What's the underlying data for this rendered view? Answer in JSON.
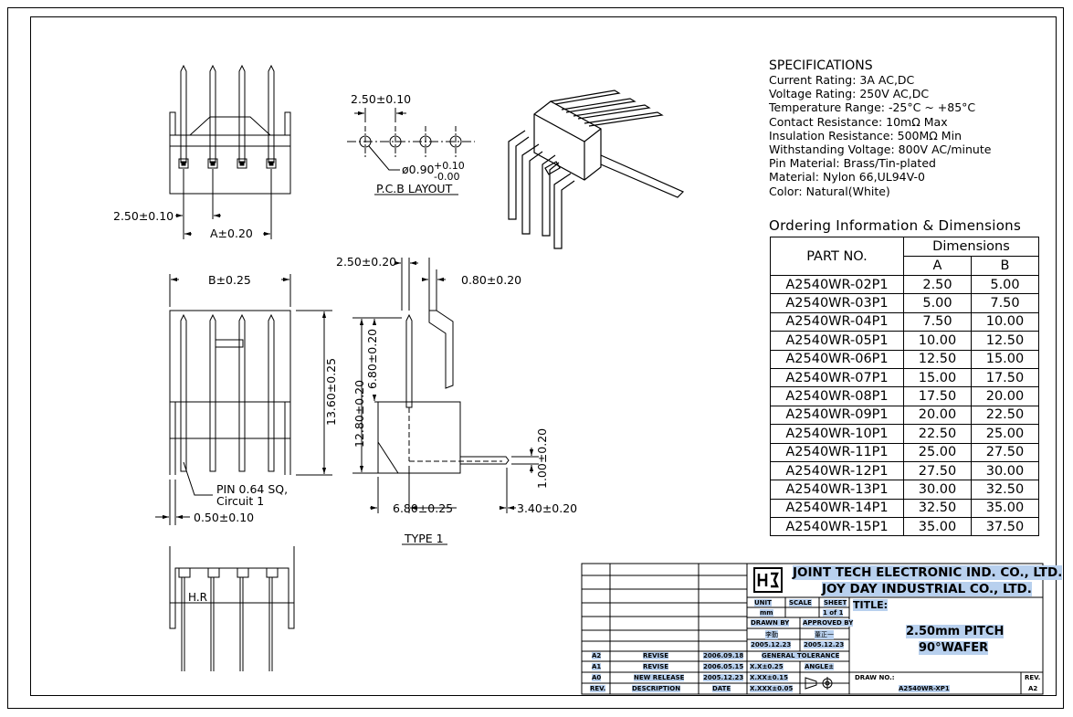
{
  "specifications": {
    "title": "SPECIFICATIONS",
    "lines": [
      "Current Rating: 3A AC,DC",
      "Voltage Rating: 250V AC,DC",
      "Temperature Range: -25°C ~ +85°C",
      "Contact Resistance: 10mΩ Max",
      "Insulation Resistance: 500MΩ Min",
      "Withstanding Voltage: 800V AC/minute",
      "Pin Material: Brass/Tin-plated",
      "Material: Nylon 66,UL94V-0",
      "Color: Natural(White)"
    ]
  },
  "ordering": {
    "title": "Ordering Information & Dimensions",
    "header_part": "PART NO.",
    "header_dims": "Dimensions",
    "col_a": "A",
    "col_b": "B",
    "rows": [
      {
        "part": "A2540WR-02P1",
        "a": "2.50",
        "b": "5.00"
      },
      {
        "part": "A2540WR-03P1",
        "a": "5.00",
        "b": "7.50"
      },
      {
        "part": "A2540WR-04P1",
        "a": "7.50",
        "b": "10.00"
      },
      {
        "part": "A2540WR-05P1",
        "a": "10.00",
        "b": "12.50"
      },
      {
        "part": "A2540WR-06P1",
        "a": "12.50",
        "b": "15.00"
      },
      {
        "part": "A2540WR-07P1",
        "a": "15.00",
        "b": "17.50"
      },
      {
        "part": "A2540WR-08P1",
        "a": "17.50",
        "b": "20.00"
      },
      {
        "part": "A2540WR-09P1",
        "a": "20.00",
        "b": "22.50"
      },
      {
        "part": "A2540WR-10P1",
        "a": "22.50",
        "b": "25.00"
      },
      {
        "part": "A2540WR-11P1",
        "a": "25.00",
        "b": "27.50"
      },
      {
        "part": "A2540WR-12P1",
        "a": "27.50",
        "b": "30.00"
      },
      {
        "part": "A2540WR-13P1",
        "a": "30.00",
        "b": "32.50"
      },
      {
        "part": "A2540WR-14P1",
        "a": "32.50",
        "b": "35.00"
      },
      {
        "part": "A2540WR-15P1",
        "a": "35.00",
        "b": "37.50"
      }
    ]
  },
  "drawing": {
    "dim_top_pitch": "2.50±0.10",
    "dim_a": "A±0.20",
    "pcb_pitch": "2.50±0.10",
    "pcb_hole": "ø0.90",
    "pcb_hole_tol_plus": "+0.10",
    "pcb_hole_tol_minus": "-0.00",
    "pcb_layout_label": "P.C.B LAYOUT",
    "dim_b": "B±0.25",
    "dim_height": "13.60±0.25",
    "pin_note_1": "PIN 0.64 SQ,",
    "pin_note_2": "Circuit 1",
    "dim_pin_width": "0.50±0.10",
    "side_pitch": "2.50±0.20",
    "side_thickness": "0.80±0.20",
    "side_12_80": "12.80±0.20",
    "side_6_80_v": "6.80±0.20",
    "side_1_00": "1.00±0.20",
    "side_6_80_h": "6.80±0.25",
    "side_3_40": "3.40±0.20",
    "type_label": "TYPE 1",
    "hr_label": "H.R"
  },
  "title_block": {
    "company_1": "JOINT TECH ELECTRONIC IND. CO., LTD.",
    "company_2": "JOY DAY INDUSTRIAL CO., LTD.",
    "unit_label": "UNIT",
    "unit_value": "mm",
    "scale_label": "SCALE",
    "sheet_label": "SHEET",
    "sheet_value": "1 of 1",
    "title_label": "TITLE:",
    "title_line_1": "2.50mm PITCH",
    "title_line_2": "90°WAFER",
    "drawn_by_label": "DRAWN BY",
    "drawn_by_name": "李勤",
    "drawn_by_date": "2005.12.23",
    "approved_by_label": "APPROVED BY",
    "approved_by_name": "董正一",
    "approved_by_date": "2005.12.23",
    "general_tolerance": "GENERAL TOLERANCE",
    "tol_1": "X.X±0.25",
    "tol_2": "X.XX±0.15",
    "tol_3": "X.XXX±0.05",
    "angle_label": "ANGLE±",
    "drw_no_label": "DRAW NO.:",
    "drw_no": "A2540WR-XP1",
    "rev_label": "REV.",
    "rev_value": "A2",
    "revisions": [
      {
        "rev": "A2",
        "desc": "REVISE",
        "date": "2006.09.18"
      },
      {
        "rev": "A1",
        "desc": "REVISE",
        "date": "2006.05.15"
      },
      {
        "rev": "A0",
        "desc": "NEW RELEASE",
        "date": "2005.12.23"
      }
    ],
    "rev_header": "REV.",
    "desc_header": "DESCRIPTION",
    "date_header": "DATE"
  }
}
